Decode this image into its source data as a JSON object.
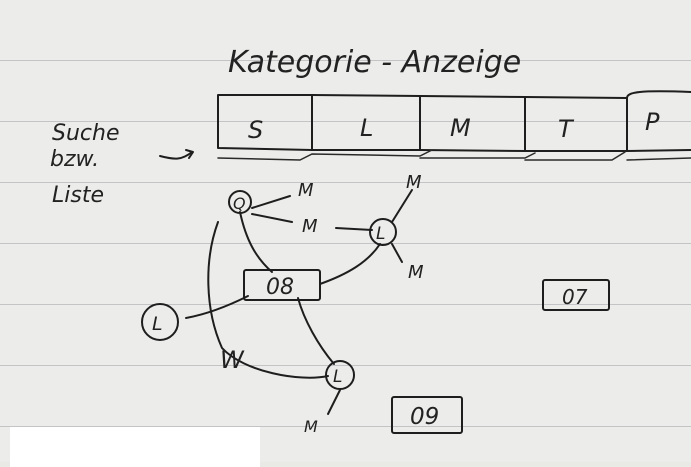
{
  "title": "Kategorie - Anzeige",
  "side_note": [
    "Suche",
    "bzw.",
    "Liste"
  ],
  "tabs": [
    "S",
    "L",
    "M",
    "T",
    "P"
  ],
  "nodes": {
    "q": "Q",
    "l_right": "L",
    "l_left": "L",
    "l_bottom": "L",
    "box_08": "08",
    "box_07": "07",
    "box_09": "09"
  },
  "edge_labels": {
    "m1": "M",
    "m2": "M",
    "m3": "M",
    "m4": "M",
    "m5": "M",
    "w": "W"
  },
  "colors": {
    "ink": "#1e1e1e",
    "paper": "#ececea",
    "rule": "#8a8a94"
  }
}
